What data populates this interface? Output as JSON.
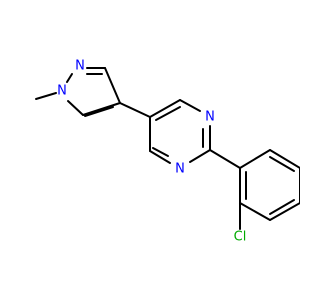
{
  "colors": {
    "bond": "#000000",
    "nitrogen": "#0000ff",
    "chlorine": "#00aa00",
    "carbon": "#000000"
  },
  "atoms": {
    "pyrazole_n1_label": "N",
    "pyrazole_n2_label": "N",
    "pyrimidine_n1_label": "N",
    "pyrimidine_n3_label": "N",
    "chloro_label": "Cl"
  }
}
